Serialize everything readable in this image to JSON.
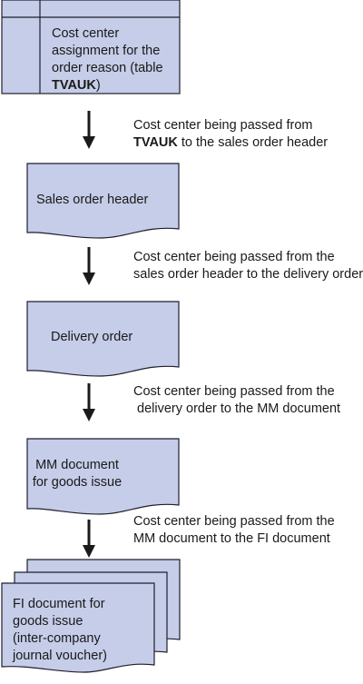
{
  "colors": {
    "fill": "#c5cde8",
    "stroke": "#1f1f2e",
    "arrow": "#1a1a1a",
    "text": "#1a1a1a"
  },
  "nodes": {
    "table": {
      "line1": "Cost center",
      "line2": "assignment for the",
      "line3": "order reason (table",
      "line4_bold": "TVAUK",
      "line4_rest": ")"
    },
    "sales_order_header": {
      "label": "Sales order header"
    },
    "delivery_order": {
      "label": "Delivery order"
    },
    "mm_document": {
      "line1": "MM document",
      "line2": "for goods issue"
    },
    "fi_document": {
      "line1": "FI document for",
      "line2": "goods issue",
      "line3": "(inter-company",
      "line4": "journal voucher)"
    }
  },
  "edges": [
    {
      "line1": "Cost center being passed from",
      "line2_bold": "TVAUK",
      "line2_rest": " to the sales order header"
    },
    {
      "line1": "Cost center being passed from the",
      "line2": "sales order header to the delivery order"
    },
    {
      "line1": "Cost center being passed from the",
      "line2": " delivery order to the MM document"
    },
    {
      "line1": "Cost center being passed from the",
      "line2": "MM document to the FI document"
    }
  ]
}
